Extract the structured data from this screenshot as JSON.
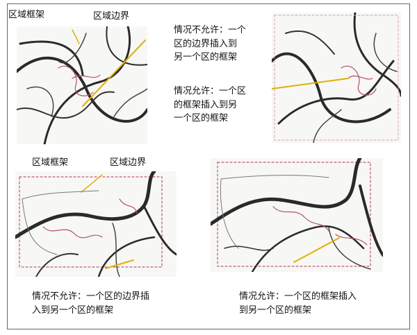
{
  "colors": {
    "vein": "#2a2a2a",
    "red": "#b0506a",
    "yellow": "#e0b000",
    "dash": "#b03050"
  },
  "labels": {
    "tl_frame": "区域框架",
    "tl_boundary": "区域边界",
    "bl_frame": "区域框架",
    "bl_boundary": "区域边界"
  },
  "texts": {
    "mid_not_allowed": "情况不允许：一个\n区的边界插入到\n另一个区的框架",
    "mid_allowed": "情况允许：一个区\n的框架插入到另\n一个区的框架",
    "bottom_left": "情况不允许：一个区的边界插\n入到另一个区的框架",
    "bottom_right": "情况允许：一个区的框架插入\n到另一个区的框架"
  }
}
